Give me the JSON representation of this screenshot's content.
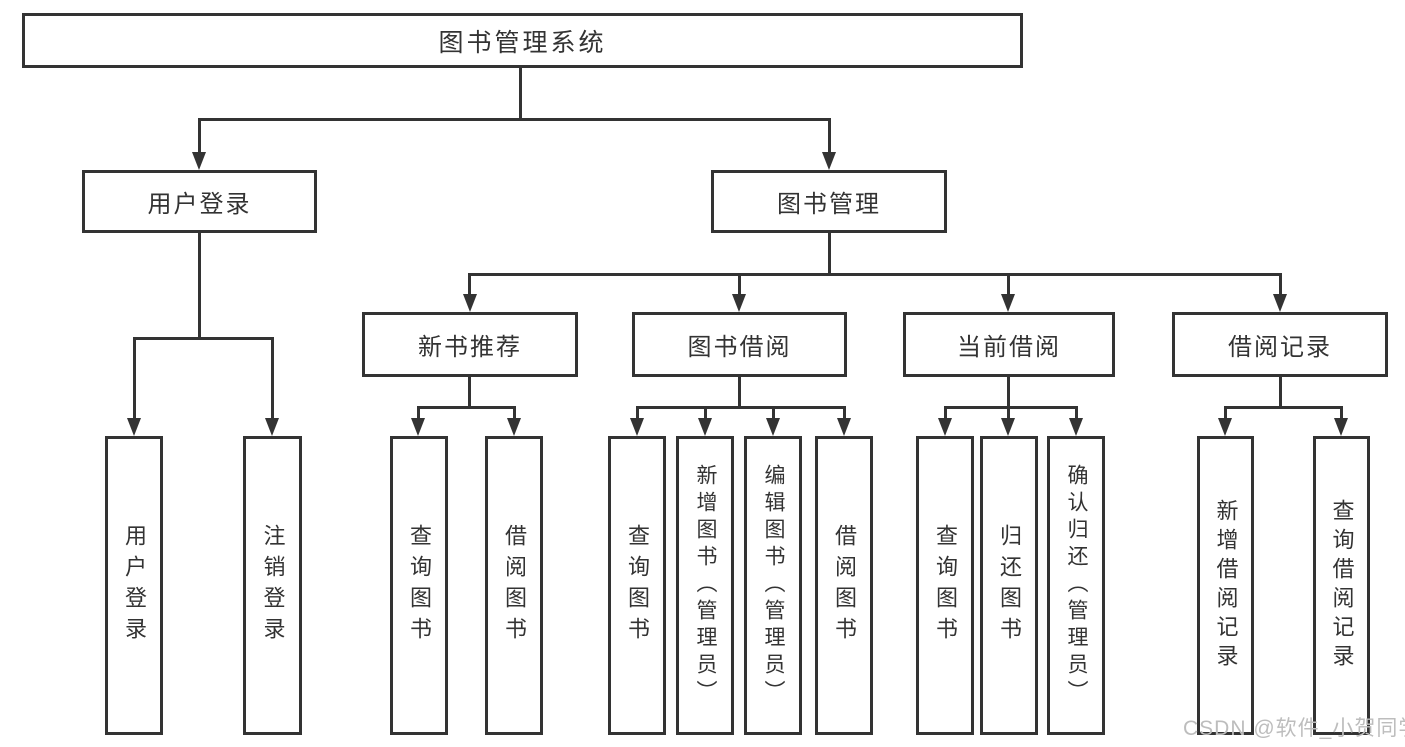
{
  "colors": {
    "line": "#333333",
    "text": "#333333",
    "box_bg": "#ffffff",
    "watermark": "#bdbdbd",
    "background": "#ffffff"
  },
  "watermark": "CSDN @软件_小贺同学",
  "nodes": {
    "root": {
      "label": "图书管理系统"
    },
    "user_login": {
      "label": "用户登录"
    },
    "book_management": {
      "label": "图书管理"
    },
    "new_book_recommend": {
      "label": "新书推荐"
    },
    "book_borrow": {
      "label": "图书借阅"
    },
    "current_borrow": {
      "label": "当前借阅"
    },
    "borrow_record": {
      "label": "借阅记录"
    },
    "leaves": {
      "user_login": {
        "label": "用户登录"
      },
      "logout_login": {
        "label": "注销登录"
      },
      "recommend_query_books": {
        "label": "查询图书"
      },
      "recommend_borrow_books": {
        "label": "借阅图书"
      },
      "borrow_query_books": {
        "label": "查询图书"
      },
      "borrow_add_books_admin": {
        "label": "新增图书（管理员）"
      },
      "borrow_edit_books_admin": {
        "label": "编辑图书（管理员）"
      },
      "borrow_borrow_books": {
        "label": "借阅图书"
      },
      "current_query_books": {
        "label": "查询图书"
      },
      "current_return_books": {
        "label": "归还图书"
      },
      "current_confirm_return_admin": {
        "label": "确认归还（管理员）"
      },
      "record_add_borrow_record": {
        "label": "新增借阅记录"
      },
      "record_query_borrow_record": {
        "label": "查询借阅记录"
      }
    }
  }
}
